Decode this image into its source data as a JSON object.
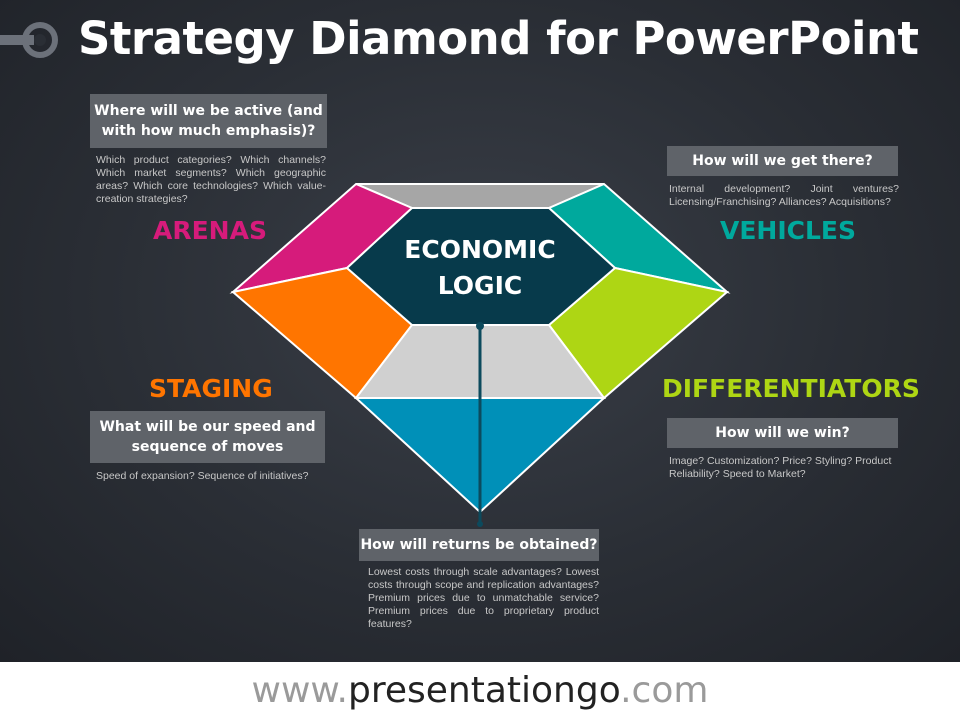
{
  "title": "Strategy Diamond for PowerPoint",
  "center": {
    "line1": "ECONOMIC",
    "line2": "LOGIC"
  },
  "arenas": {
    "label": "ARENAS",
    "question_line1": "Where will we be active (and",
    "question_line2": "with how much emphasis)?",
    "description": "Which product categories? Which channels? Which market segments? Which geographic areas? Which core technologies? Which value-creation strategies?"
  },
  "vehicles": {
    "label": "VEHICLES",
    "question": "How will we get there?",
    "description": "Internal development? Joint ventures? Licensing/Franchising? Alliances? Acquisitions?"
  },
  "staging": {
    "label": "STAGING",
    "question_line1": "What will be our speed and",
    "question_line2": "sequence of moves",
    "description": "Speed of expansion? Sequence of initiatives?"
  },
  "differentiators": {
    "label": "DIFFERENTIATORS",
    "question": "How will we win?",
    "description": "Image? Customization? Price? Styling? Product Reliability? Speed to Market?"
  },
  "returns": {
    "question": "How will returns be obtained?",
    "description": "Lowest costs through scale advantages? Lowest costs through scope and replication advantages? Premium prices due to unmatchable service? Premium prices due to proprietary product features?"
  },
  "footer": {
    "prefix": "www.",
    "brand": "presentationgo",
    "suffix": ".com"
  },
  "colors": {
    "arenas": "#d61b7b",
    "vehicles": "#00a99d",
    "staging": "#ff7500",
    "differentiators": "#aed614",
    "center": "#073a4b",
    "bottom": "#0090b8",
    "top": "#a6a6a6",
    "lower_gray": "#d0d0d0"
  }
}
